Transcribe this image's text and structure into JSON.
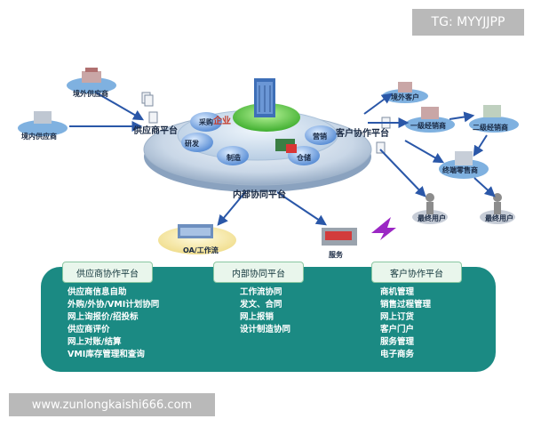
{
  "watermark_tag": "TG: MYYJJPP",
  "watermark_url": "www.zunlongkaishi666.com",
  "diagram": {
    "center_label": "企业",
    "platform_supplier": "供应商平台",
    "platform_customer": "客户协作平台",
    "platform_internal": "内部协同平台",
    "ring_purchase": "采购",
    "ring_rd": "研发",
    "ring_manufacture": "制造",
    "ring_marketing": "营销",
    "ring_warehouse": "仓储",
    "foreign_supplier": "境外供应商",
    "domestic_supplier": "境内供应商",
    "foreign_customer": "境外客户",
    "level1_distributor": "一级经销商",
    "level2_distributor": "二级经销商",
    "terminal_retailer": "终端零售商",
    "end_user_1": "最终用户",
    "end_user_2": "最终用户",
    "oa_workflow": "OA/工作流",
    "service": "服务"
  },
  "panel": {
    "columns": [
      {
        "title": "供应商协作平台",
        "items": [
          "供应商信息自助",
          "外购/外协/VMI计划协同",
          "网上询报价/招投标",
          "供应商评价",
          "网上对账/结算",
          "VMI库存管理和查询"
        ]
      },
      {
        "title": "内部协同平台",
        "items": [
          "工作流协同",
          "发文、合同",
          "网上报销",
          "设计制造协同"
        ]
      },
      {
        "title": "客户协作平台",
        "items": [
          "商机管理",
          "销售过程管理",
          "网上订货",
          "客户门户",
          "服务管理",
          "电子商务"
        ]
      }
    ]
  }
}
